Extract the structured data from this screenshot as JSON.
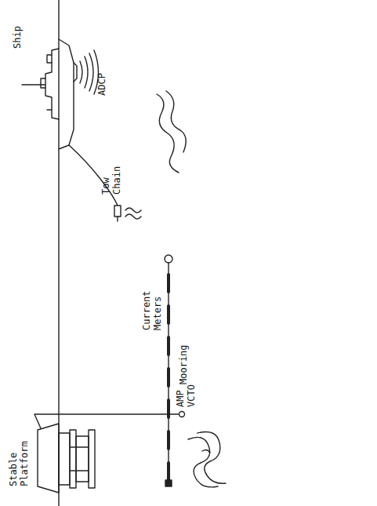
{
  "diagram": {
    "labels": [
      "Ship",
      "ADCP",
      "Tow Chain",
      "Current Meters",
      "Mooring",
      "Stable Platform",
      "AMP VCTO"
    ]
  }
}
